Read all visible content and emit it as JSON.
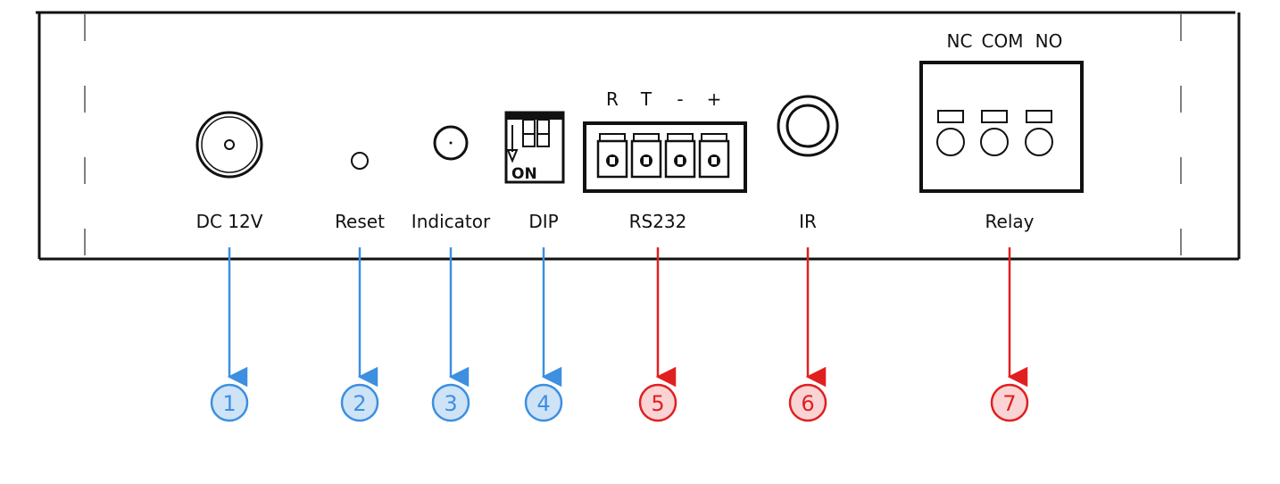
{
  "ports": [
    {
      "label": "DC 12V",
      "number": "1",
      "color": "#3d8fe0",
      "icon": "dc-power-jack-icon"
    },
    {
      "label": "Reset",
      "number": "2",
      "color": "#3d8fe0",
      "icon": "reset-pinhole-icon"
    },
    {
      "label": "Indicator",
      "number": "3",
      "color": "#3d8fe0",
      "icon": "indicator-led-icon"
    },
    {
      "label": "DIP",
      "number": "4",
      "color": "#3d8fe0",
      "icon": "dip-switch-icon"
    },
    {
      "label": "RS232",
      "number": "5",
      "color": "#e02020",
      "icon": "terminal-block-icon"
    },
    {
      "label": "IR",
      "number": "6",
      "color": "#e02020",
      "icon": "ir-jack-icon"
    },
    {
      "label": "Relay",
      "number": "7",
      "color": "#e02020",
      "icon": "relay-terminal-icon"
    }
  ],
  "rs232_pins": [
    "R",
    "T",
    "-",
    "+"
  ],
  "relay_pins": [
    "NC",
    "COM",
    "NO"
  ],
  "dip_text": "ON",
  "colors": {
    "blue": "#3d8fe0",
    "blue_fill": "#cfe3f7",
    "red": "#e02020",
    "red_fill": "#fad4d4",
    "outline": "#111111"
  }
}
